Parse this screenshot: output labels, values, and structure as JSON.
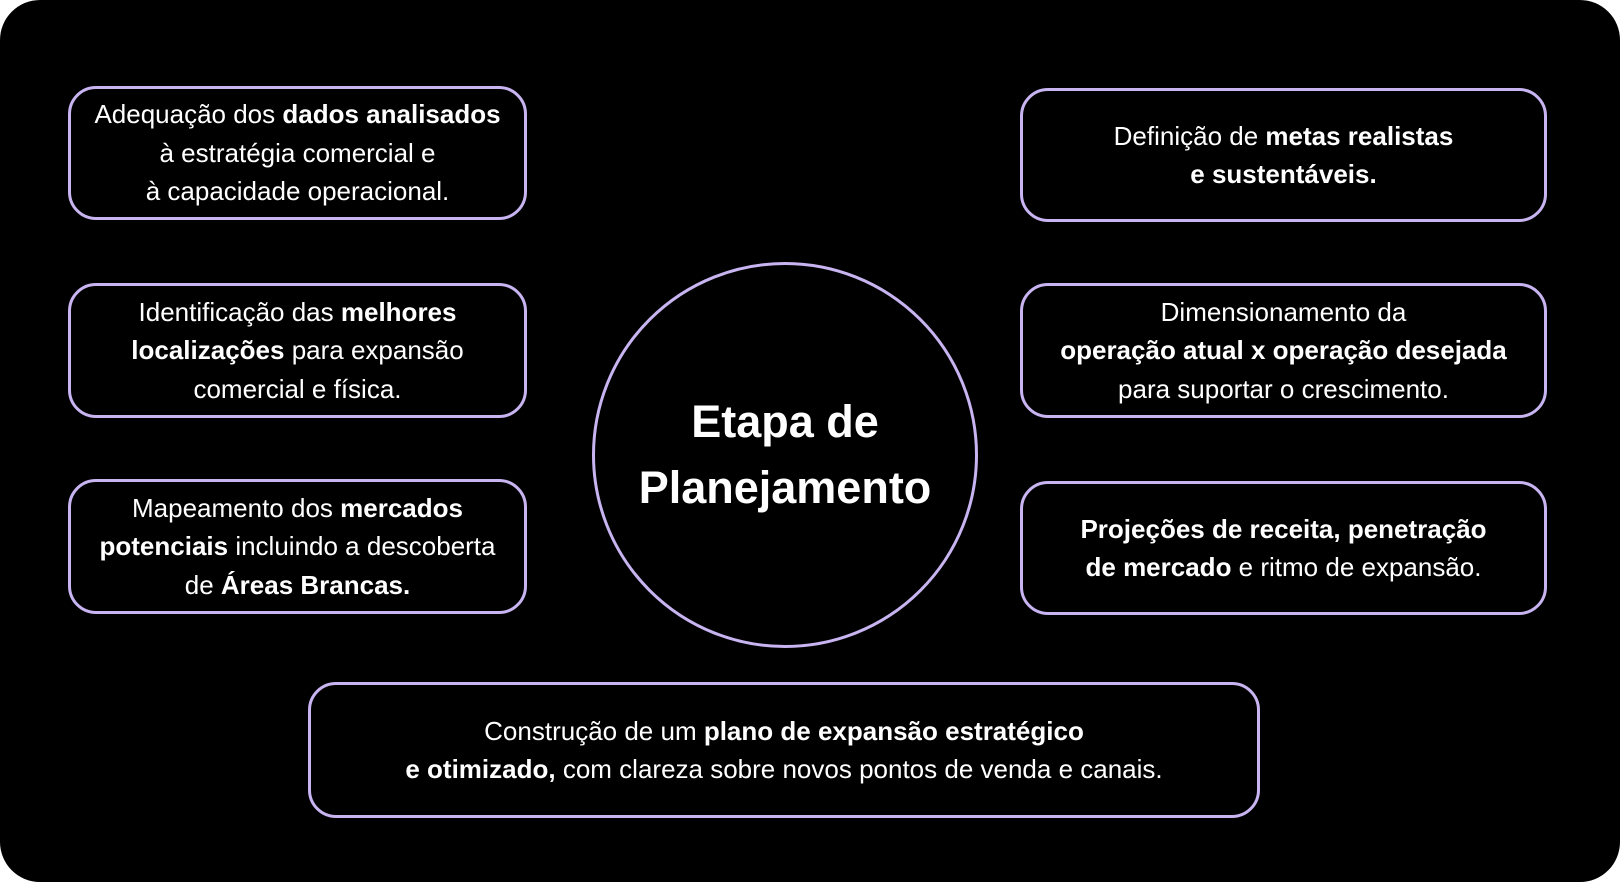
{
  "colors": {
    "page-bg": "#ffffff",
    "canvas-bg": "#000000",
    "accent": "#c7b4f0",
    "text": "#ffffff"
  },
  "center_circle": {
    "line1": "Etapa de",
    "line2": "Planejamento"
  },
  "boxes": [
    {
      "name": "adequacao-dados",
      "lines": [
        [
          {
            "t": "Adequação dos ",
            "b": false
          },
          {
            "t": "dados analisados",
            "b": true
          }
        ],
        [
          {
            "t": "à estratégia comercial e",
            "b": false
          }
        ],
        [
          {
            "t": "à capacidade operacional.",
            "b": false
          }
        ]
      ]
    },
    {
      "name": "identificacao-localizacoes",
      "lines": [
        [
          {
            "t": "Identificação das ",
            "b": false
          },
          {
            "t": "melhores",
            "b": true
          }
        ],
        [
          {
            "t": "localizações",
            "b": true
          },
          {
            "t": " para expansão",
            "b": false
          }
        ],
        [
          {
            "t": "comercial e física.",
            "b": false
          }
        ]
      ]
    },
    {
      "name": "mapeamento-mercados",
      "lines": [
        [
          {
            "t": "Mapeamento dos ",
            "b": false
          },
          {
            "t": "mercados",
            "b": true
          }
        ],
        [
          {
            "t": "potenciais",
            "b": true
          },
          {
            "t": " incluindo a descoberta",
            "b": false
          }
        ],
        [
          {
            "t": "de ",
            "b": false
          },
          {
            "t": "Áreas Brancas.",
            "b": true
          }
        ]
      ]
    },
    {
      "name": "definicao-metas",
      "lines": [
        [
          {
            "t": "Definição de ",
            "b": false
          },
          {
            "t": "metas realistas",
            "b": true
          }
        ],
        [
          {
            "t": "e sustentáveis.",
            "b": true
          }
        ]
      ]
    },
    {
      "name": "dimensionamento-operacao",
      "lines": [
        [
          {
            "t": "Dimensionamento da",
            "b": false
          }
        ],
        [
          {
            "t": "operação atual x operação desejada",
            "b": true
          }
        ],
        [
          {
            "t": "para suportar o crescimento.",
            "b": false
          }
        ]
      ]
    },
    {
      "name": "projecoes-receita",
      "lines": [
        [
          {
            "t": "Projeções de receita, penetração",
            "b": true
          }
        ],
        [
          {
            "t": "de mercado",
            "b": true
          },
          {
            "t": " e ritmo de expansão.",
            "b": false
          }
        ]
      ]
    },
    {
      "name": "construcao-plano",
      "lines": [
        [
          {
            "t": "Construção de um ",
            "b": false
          },
          {
            "t": "plano de expansão estratégico",
            "b": true
          }
        ],
        [
          {
            "t": "e otimizado,",
            "b": true
          },
          {
            "t": " com clareza sobre novos pontos de venda e canais.",
            "b": false
          }
        ]
      ]
    }
  ]
}
